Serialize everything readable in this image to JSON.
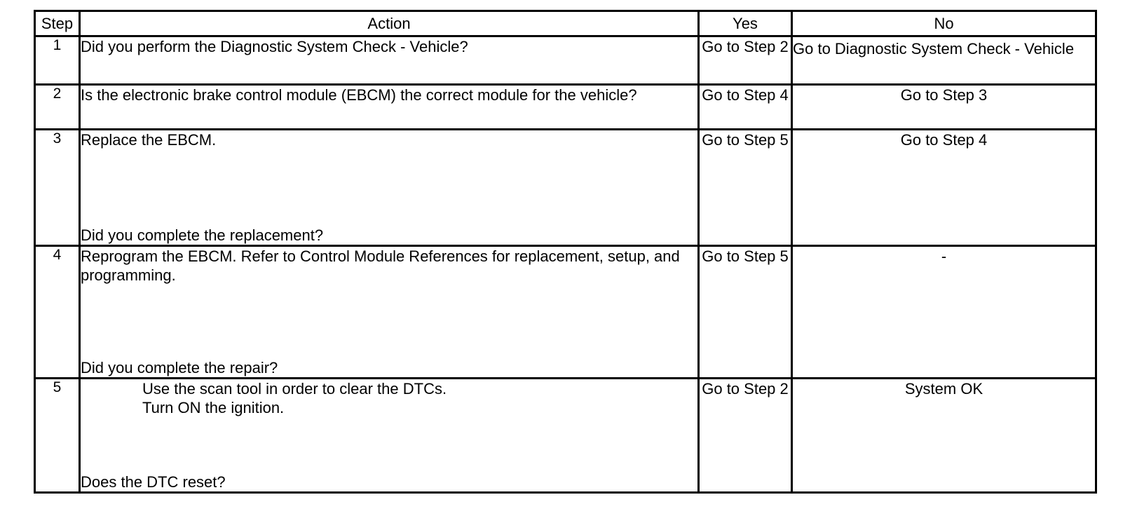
{
  "table": {
    "headers": {
      "step": "Step",
      "action": "Action",
      "yes": "Yes",
      "no": "No"
    },
    "rows": [
      {
        "step": "1",
        "action_top": "Did you perform the Diagnostic System Check - Vehicle?",
        "action_list": [],
        "action_question": "",
        "yes": "Go to Step 2",
        "no": "Go to Diagnostic System Check - Vehicle"
      },
      {
        "step": "2",
        "action_top": "Is the electronic brake control module (EBCM) the correct module for the vehicle?",
        "action_list": [],
        "action_question": "",
        "yes": "Go to Step 4",
        "no": "Go to Step 3"
      },
      {
        "step": "3",
        "action_top": "Replace the EBCM.",
        "action_list": [],
        "action_question": "Did you complete the replacement?",
        "yes": "Go to Step 5",
        "no": "Go to Step 4"
      },
      {
        "step": "4",
        "action_top": "Reprogram the EBCM. Refer to Control Module References for replacement, setup, and programming.",
        "action_list": [],
        "action_question": "Did you complete the repair?",
        "yes": "Go to Step 5",
        "no": "-"
      },
      {
        "step": "5",
        "action_top": "",
        "action_list": [
          "Use the scan tool in order to clear the DTCs.",
          "Turn ON the ignition."
        ],
        "action_question": "Does the DTC reset?",
        "yes": "Go to Step 2",
        "no": "System OK"
      }
    ]
  }
}
